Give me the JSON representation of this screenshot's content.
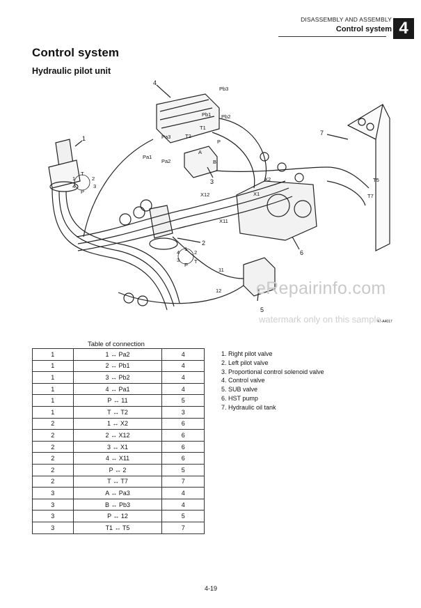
{
  "header": {
    "section": "DISASSEMBLY AND ASSEMBLY",
    "subsection": "Control system",
    "chapter": "4"
  },
  "page_title": "Control system",
  "section_title": "Hydraulic pilot unit",
  "diagram": {
    "callouts": [
      "1",
      "2",
      "3",
      "4",
      "5",
      "6",
      "7"
    ],
    "port_labels": {
      "pb3": "Pb3",
      "pb1": "Pb1",
      "pb2": "Pb2",
      "pa3": "Pa3",
      "pa1": "Pa1",
      "pa2": "Pa2",
      "t1": "T1",
      "t2": "T2",
      "p": "P",
      "a": "A",
      "b": "B",
      "x2": "X2",
      "x1": "X1",
      "x12": "X12",
      "x11": "X11",
      "t5": "T5",
      "t7": "T7",
      "p11": "11",
      "p12": "12",
      "j1_t": "T",
      "j1_1": "1",
      "j1_2": "2",
      "j1_3": "3",
      "j1_4": "4",
      "j1_p": "P",
      "j2_4": "4",
      "j2_3": "3",
      "j2_1": "1",
      "j2_2": "2",
      "j2_p": "P",
      "j2_t": "T"
    },
    "drawing_code": "4T-A4017"
  },
  "watermark": {
    "site": "eRepairinfo.com",
    "note": "watermark only on this sample"
  },
  "table": {
    "caption": "Table of connection",
    "rows": [
      [
        "1",
        "1 ↔ Pa2",
        "4"
      ],
      [
        "1",
        "2 ↔ Pb1",
        "4"
      ],
      [
        "1",
        "3 ↔ Pb2",
        "4"
      ],
      [
        "1",
        "4 ↔ Pa1",
        "4"
      ],
      [
        "1",
        "P ↔ 11",
        "5"
      ],
      [
        "1",
        "T ↔ T2",
        "3"
      ],
      [
        "2",
        "1 ↔ X2",
        "6"
      ],
      [
        "2",
        "2 ↔ X12",
        "6"
      ],
      [
        "2",
        "3 ↔ X1",
        "6"
      ],
      [
        "2",
        "4 ↔ X11",
        "6"
      ],
      [
        "2",
        "P ↔ 2",
        "5"
      ],
      [
        "2",
        "T ↔ T7",
        "7"
      ],
      [
        "3",
        "A ↔ Pa3",
        "4"
      ],
      [
        "3",
        "B ↔ Pb3",
        "4"
      ],
      [
        "3",
        "P ↔ 12",
        "5"
      ],
      [
        "3",
        "T1 ↔ T5",
        "7"
      ]
    ]
  },
  "legend": [
    "1. Right pilot valve",
    "2. Left pilot valve",
    "3. Proportional control solenoid valve",
    "4. Control valve",
    "5. SUB valve",
    "6. HST pump",
    "7. Hydraulic oil tank"
  ],
  "page_number": "4-19"
}
